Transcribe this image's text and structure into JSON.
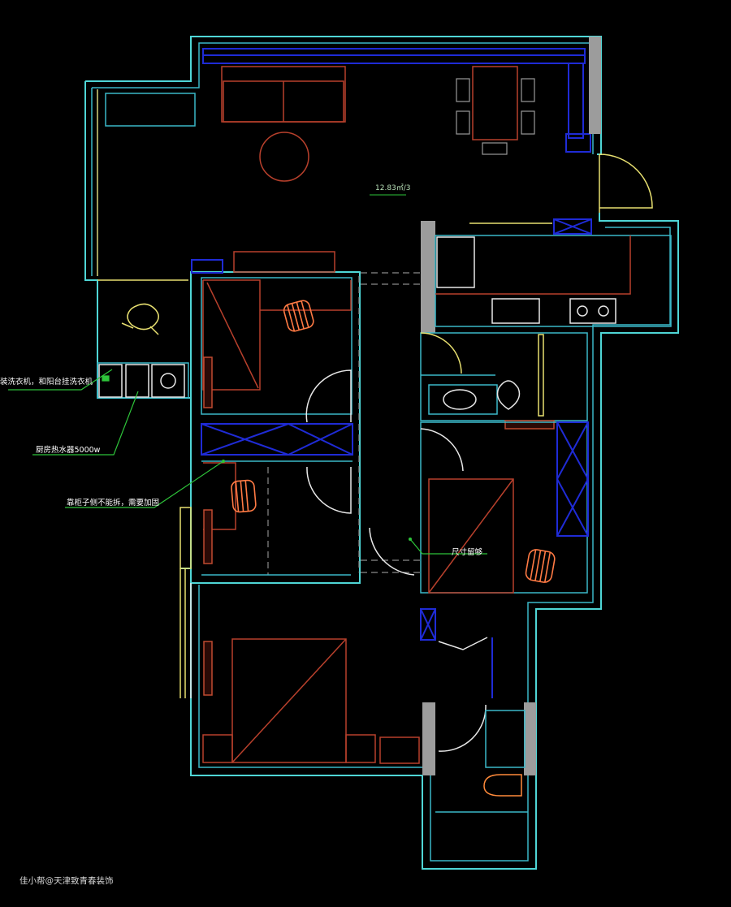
{
  "annotations": {
    "area_label": "12.83㎡/3",
    "note_left": "装洗衣机，和阳台挂洗衣机",
    "note_power": "厨房热水器5000w",
    "note_wall": "靠柜子侧不能拆，需要加固",
    "note_size": "尺寸留够"
  },
  "watermark": "佳小帮@天津致青春装饰",
  "colors": {
    "wall": "#4fd6d6",
    "furniture": "#b8402c",
    "window": "#1f2bd6",
    "door": "#e8e070",
    "leader": "#2ec43a",
    "text": "#ffffff",
    "background": "#000000"
  }
}
